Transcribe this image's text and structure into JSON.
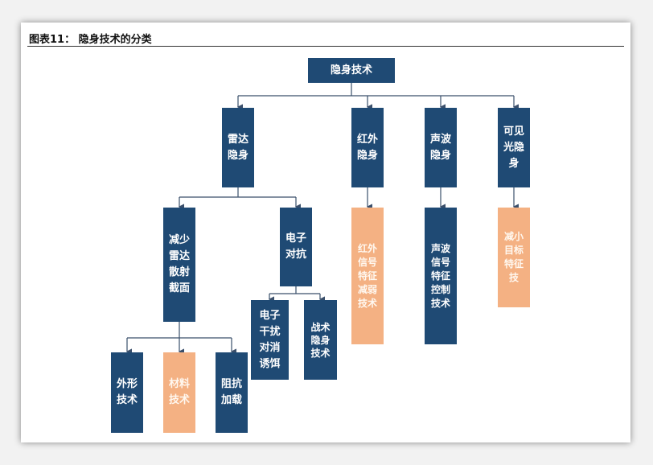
{
  "title": "图表11： 隐身技术的分类",
  "colors": {
    "navy": "#1f4a74",
    "orange": "#f4b183",
    "line": "#3a4f6b"
  },
  "nodes": {
    "root": "隐身技术",
    "radar": "雷达隐身",
    "infrared": "红外隐身",
    "acoustic": "声波隐身",
    "visible": "可见光隐身",
    "reduce_rcs": "减少雷达散射截面",
    "ecm": "电子对抗",
    "infrared_tech": "红外信号特征减弱技术",
    "acoustic_tech": "声波信号特征控制技术",
    "visible_tech": "减小目标特征技",
    "shape_tech": "外形技术",
    "material_tech": "材料技术",
    "impedance": "阻抗加载",
    "jamming_lines": [
      "电子",
      "干扰",
      "对消",
      "诱饵"
    ],
    "tactical": "战术隐身技术"
  }
}
